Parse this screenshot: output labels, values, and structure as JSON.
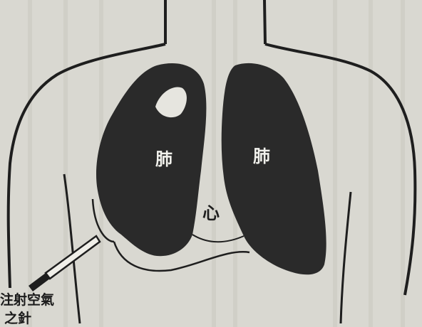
{
  "labels": {
    "left_lung": "肺",
    "right_lung": "肺",
    "heart": "心",
    "needle_line1": "注射空氣",
    "needle_line2": "之針"
  },
  "colors": {
    "paper": "#d9d8d1",
    "ink": "#1e1e1e",
    "lung_fill": "#2a2a2a",
    "label_light": "#f1f1ec"
  }
}
